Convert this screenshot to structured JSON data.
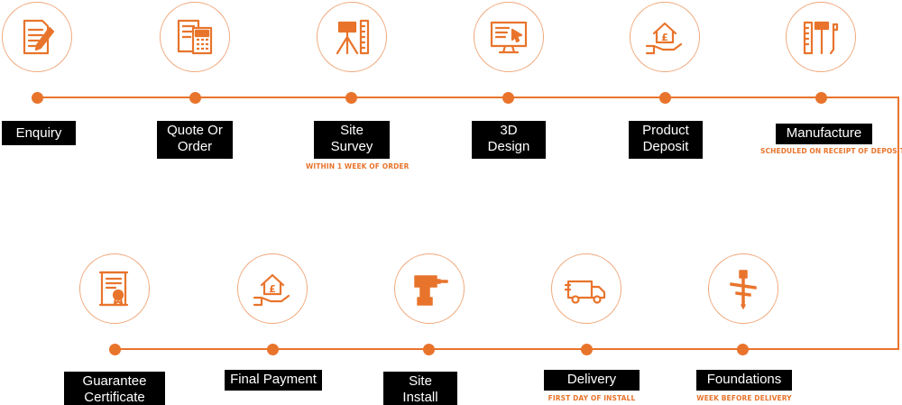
{
  "accent_color": "#e8742c",
  "steps_top": [
    {
      "label": "Enquiry",
      "note": "",
      "icon": "document-pen-icon"
    },
    {
      "label": "Quote Or\nOrder",
      "note": "",
      "icon": "calculator-icon"
    },
    {
      "label": "Site\nSurvey",
      "note": "WITHIN 1 WEEK OF ORDER",
      "icon": "surveyor-level-icon"
    },
    {
      "label": "3D\nDesign",
      "note": "",
      "icon": "computer-monitor-icon"
    },
    {
      "label": "Product\nDeposit",
      "note": "",
      "icon": "hand-house-pound-icon"
    },
    {
      "label": "Manufacture",
      "note": "SCHEDULED ON RECEIPT OF DEPOSIT",
      "icon": "tools-icon"
    }
  ],
  "steps_bottom": [
    {
      "label": "Guarantee\nCertificate",
      "note": "",
      "icon": "certificate-icon"
    },
    {
      "label": "Final Payment",
      "note": "",
      "icon": "hand-house-pound-icon"
    },
    {
      "label": "Site\nInstall",
      "note": "",
      "icon": "power-drill-icon"
    },
    {
      "label": "Delivery",
      "note": "FIRST DAY OF INSTALL",
      "icon": "delivery-truck-icon"
    },
    {
      "label": "Foundations",
      "note": "WEEK BEFORE DELIVERY",
      "icon": "ground-auger-icon"
    }
  ]
}
